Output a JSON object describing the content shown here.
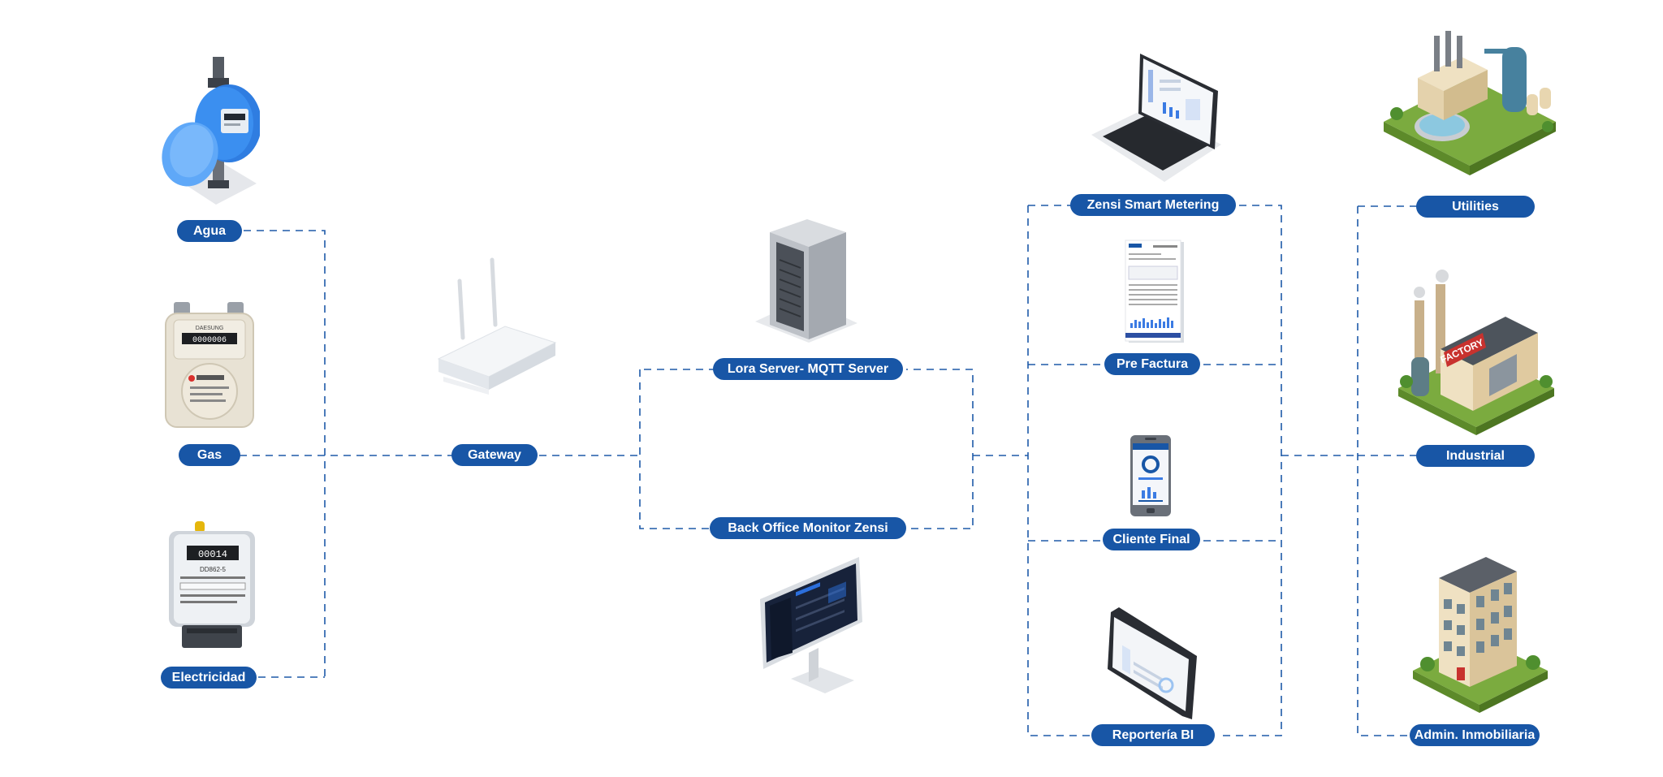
{
  "colors": {
    "pill_bg": "#1856a6",
    "pill_text": "#ffffff",
    "connector": "#1e5aa8",
    "background": "#ffffff"
  },
  "nodes": {
    "agua": {
      "label": "Agua",
      "icon": "water-meter-icon"
    },
    "gas": {
      "label": "Gas",
      "icon": "gas-meter-icon"
    },
    "electricidad": {
      "label": "Electricidad",
      "icon": "electricity-meter-icon"
    },
    "gateway": {
      "label": "Gateway",
      "icon": "router-icon"
    },
    "lora_server": {
      "label": "Lora Server- MQTT Server",
      "icon": "server-icon"
    },
    "back_office": {
      "label": "Back Office Monitor Zensi",
      "icon": "monitor-icon"
    },
    "smart_metering": {
      "label": "Zensi Smart Metering",
      "icon": "laptop-icon"
    },
    "pre_factura": {
      "label": "Pre Factura",
      "icon": "invoice-document-icon"
    },
    "cliente_final": {
      "label": "Cliente Final",
      "icon": "smartphone-icon"
    },
    "reporteria": {
      "label": "Reportería BI",
      "icon": "tablet-icon"
    },
    "utilities": {
      "label": "Utilities",
      "icon": "utilities-plant-icon"
    },
    "industrial": {
      "label": "Industrial",
      "icon": "factory-icon"
    },
    "inmobiliaria": {
      "label": "Admin. Inmobiliaria",
      "icon": "apartment-building-icon"
    }
  },
  "illustration_text": {
    "factory_sign": "FACTORY",
    "gas_counter": "0000006",
    "gas_brand": "DAESUNG",
    "elec_counter": "00014",
    "elec_title": "DD862-5"
  }
}
